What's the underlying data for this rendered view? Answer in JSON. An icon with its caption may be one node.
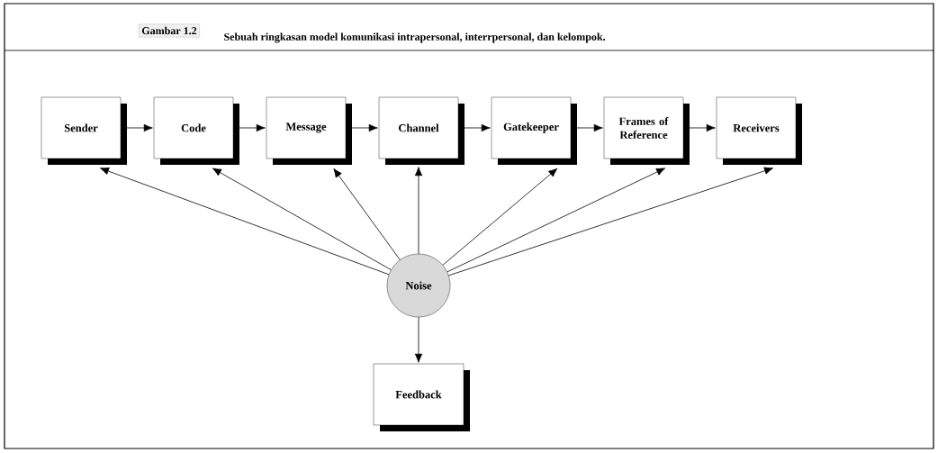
{
  "diagram": {
    "title": "Gambar 1.2",
    "caption": "Sebuah  ringkasan model komunikasi intrapersonal, interrpersonal, dan kelompok.",
    "nodes": [
      {
        "text": [
          "Sender"
        ]
      },
      {
        "text": [
          "Code"
        ]
      },
      {
        "text": [
          "Message"
        ]
      },
      {
        "text": [
          "Channel"
        ]
      },
      {
        "text": [
          "Gatekeeper"
        ]
      },
      {
        "text": [
          "Frames of Reference"
        ]
      },
      {
        "text": [
          "Receivers"
        ]
      },
      {
        "text": [
          "Noise"
        ]
      },
      {
        "text": [
          "Feedback"
        ]
      }
    ],
    "edges": [
      {
        "from": 0,
        "to": 1,
        "arrow": "to"
      },
      {
        "from": 1,
        "to": 2,
        "arrow": "to"
      },
      {
        "from": 2,
        "to": 3,
        "arrow": "to"
      },
      {
        "from": 3,
        "to": 4,
        "arrow": "to"
      },
      {
        "from": 4,
        "to": 5,
        "arrow": "to"
      },
      {
        "from": 5,
        "to": 6,
        "arrow": "to"
      },
      {
        "from": 7,
        "to": 0,
        "arrow": "to"
      },
      {
        "from": 7,
        "to": 1,
        "arrow": "to"
      },
      {
        "from": 7,
        "to": 2,
        "arrow": "to"
      },
      {
        "from": 7,
        "to": 3,
        "arrow": "to"
      },
      {
        "from": 7,
        "to": 4,
        "arrow": "to"
      },
      {
        "from": 7,
        "to": 5,
        "arrow": "to"
      },
      {
        "from": 7,
        "to": 6,
        "arrow": "to"
      },
      {
        "from": 7,
        "to": 8,
        "arrow": "to"
      }
    ]
  }
}
